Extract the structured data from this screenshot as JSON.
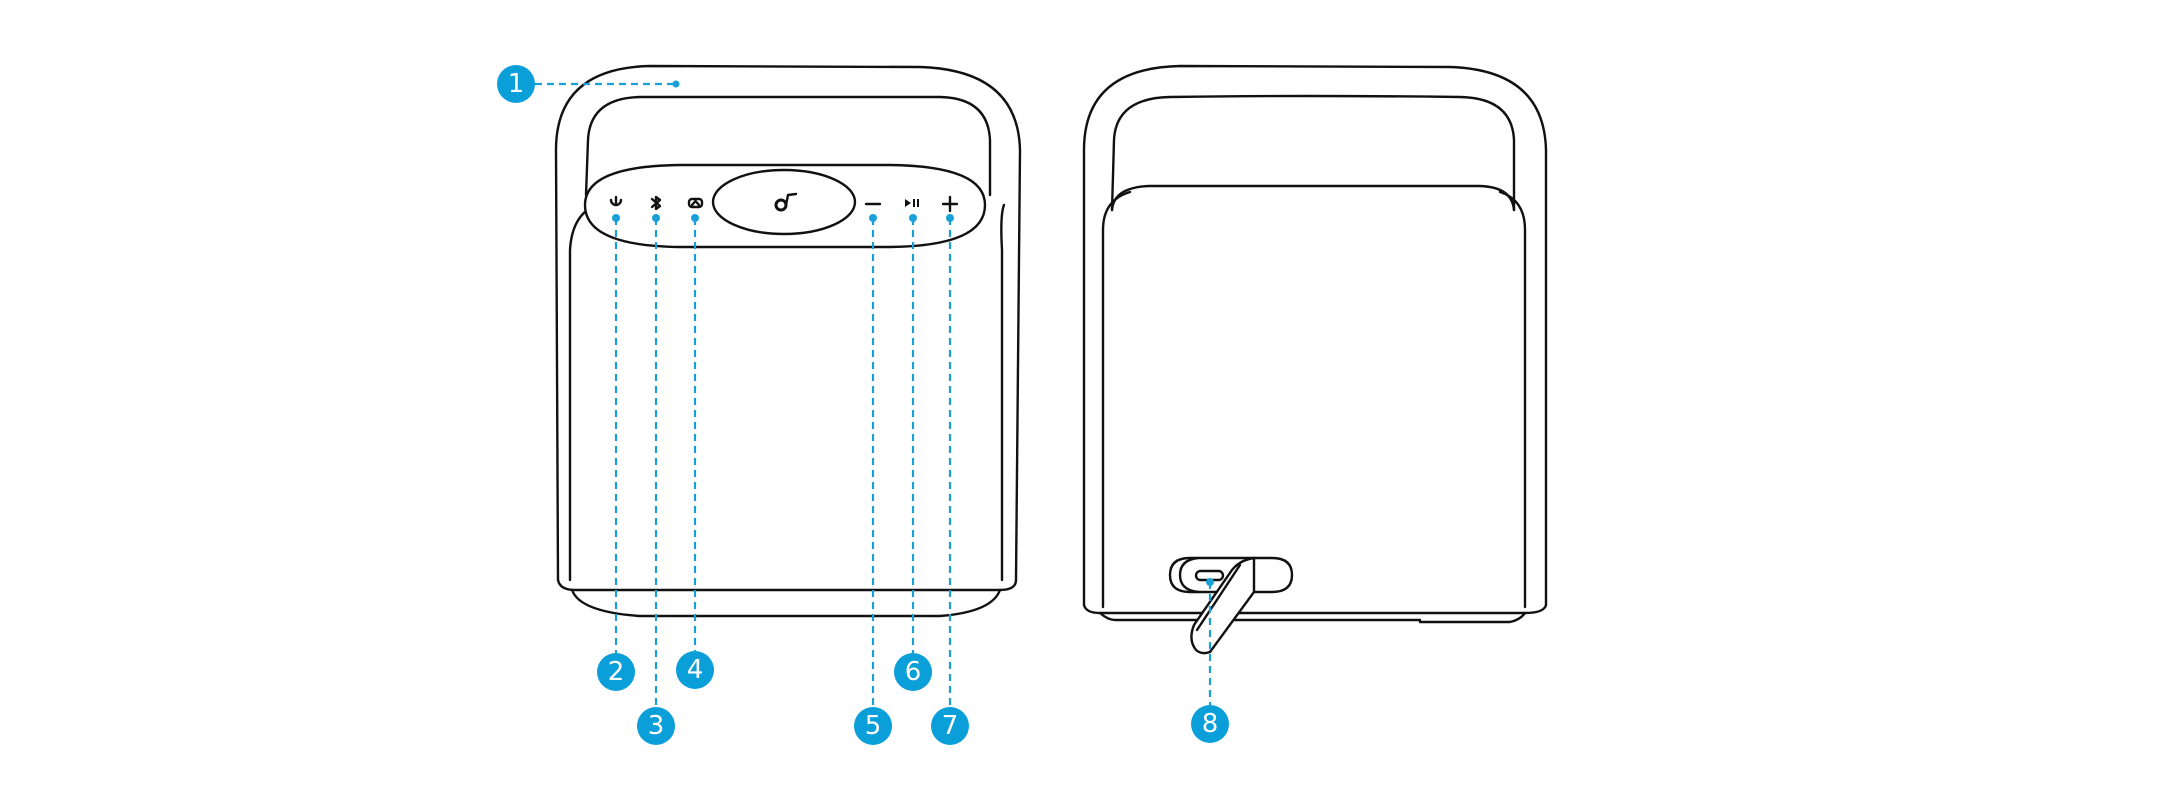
{
  "callouts": [
    {
      "number": "1",
      "part": "handle"
    },
    {
      "number": "2",
      "part": "power-button"
    },
    {
      "number": "3",
      "part": "bluetooth-button"
    },
    {
      "number": "4",
      "part": "mode-button"
    },
    {
      "number": "5",
      "part": "volume-down-button"
    },
    {
      "number": "6",
      "part": "play-pause-button"
    },
    {
      "number": "7",
      "part": "volume-up-button"
    },
    {
      "number": "8",
      "part": "usb-c-port"
    }
  ],
  "colors": {
    "accent": "#0a9fd9",
    "line": "#111111"
  }
}
